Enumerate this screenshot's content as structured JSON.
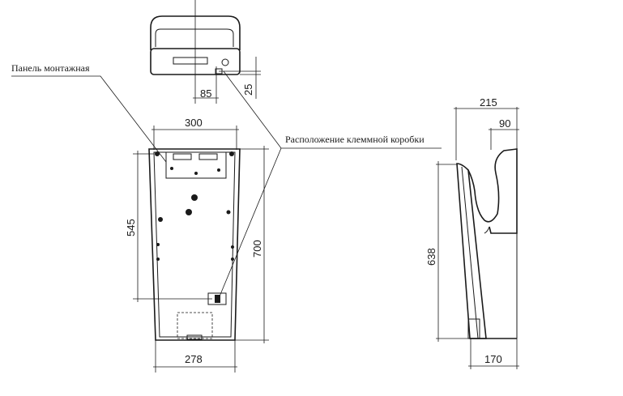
{
  "labels": {
    "mounting_panel": "Панель монтажная",
    "terminal_box": "Расположение клеммной коробки"
  },
  "dimensions": {
    "top_view_offset": "85",
    "top_view_depth": "25",
    "top_width": "300",
    "mounting_height": "545",
    "total_height": "700",
    "bottom_width": "278",
    "side_top_depth": "215",
    "side_nozzle": "90",
    "side_height": "638",
    "side_bottom_depth": "170"
  }
}
